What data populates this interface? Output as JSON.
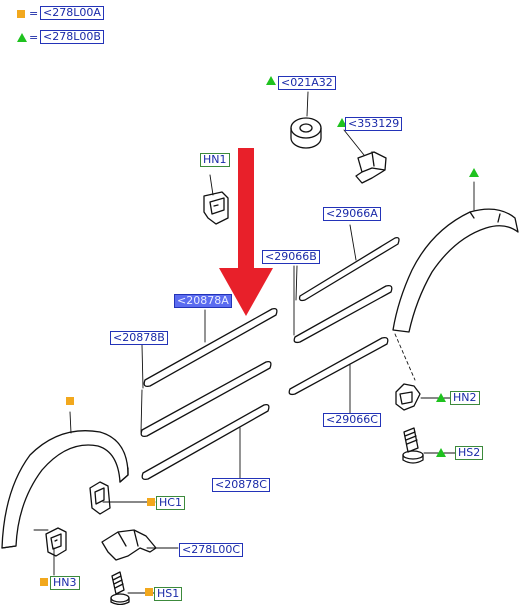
{
  "legend": {
    "square_code": "<278L00A",
    "triangle_code": "<278L00B",
    "equals": "="
  },
  "labels": {
    "c021A32": "<021A32",
    "c353129": "<353129",
    "hn1": "HN1",
    "c29066A": "<29066A",
    "c29066B": "<29066B",
    "c20878A": "<20878A",
    "c20878B": "<20878B",
    "hn2": "HN2",
    "hs2": "HS2",
    "c29066C": "<29066C",
    "c20878C": "<20878C",
    "hc1": "HC1",
    "c278L00C": "<278L00C",
    "hn3": "HN3",
    "hs1": "HS1"
  },
  "colors": {
    "square_marker": "#f2a81d",
    "triangle_marker": "#1fc21f",
    "label_border_blue": "#2333b8",
    "label_border_green": "#3c8a3c",
    "selected_label_fill": "#5b6cf0",
    "arrow_red": "#e8202a"
  },
  "icons": {
    "square": "orange-square-marker-icon",
    "triangle": "green-triangle-marker-icon",
    "arrow": "red-down-arrow-icon"
  }
}
